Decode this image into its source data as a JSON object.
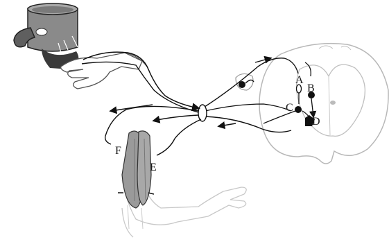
{
  "labels": {
    "a": "A",
    "b": "B",
    "c": "C",
    "d": "D",
    "e": "E",
    "f": "F"
  },
  "colors": {
    "nerve": "#111111",
    "cord_outline": "#b8b8b8",
    "pot_body": "#8a8a8a",
    "pot_handle": "#6e6e6e",
    "muscle": "#9a9a9a",
    "skin_outline": "#555555",
    "arm_faint": "#c8c8c8"
  },
  "icons": {
    "pot": "hot-pot-icon",
    "hand": "hand-icon",
    "arm": "arm-icon",
    "spinal_cord": "spinal-cord-icon",
    "ganglion": "dorsal-root-ganglion-icon"
  }
}
